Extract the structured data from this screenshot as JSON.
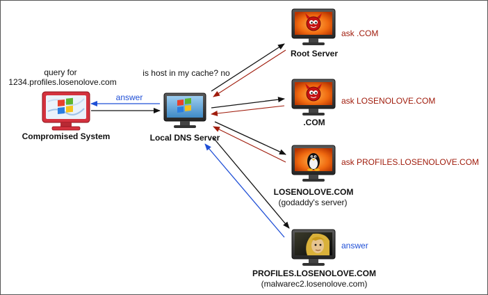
{
  "colors": {
    "black": "#111111",
    "red": "#a01c0c",
    "blue": "#1f4fd6"
  },
  "nodes": {
    "compromised": {
      "label": "Compromised System",
      "icon": "windows-monitor-red-icon"
    },
    "local_dns": {
      "label": "Local DNS Server",
      "icon": "windows-monitor-icon"
    },
    "root": {
      "label": "Root Server",
      "icon": "bsd-daemon-monitor-icon"
    },
    "com": {
      "label": ".COM",
      "icon": "bsd-daemon-monitor-icon"
    },
    "losenolove": {
      "label": "LOSENOLOVE.COM",
      "sub": "(godaddy's server)",
      "icon": "linux-penguin-monitor-icon"
    },
    "profiles": {
      "label": "PROFILES.LOSENOLOVE.COM",
      "sub": "(malwarec2.losenolove.com)",
      "icon": "character-monitor-icon"
    }
  },
  "labels": {
    "query_line1": "query for",
    "query_line2": "1234.profiles.losenolove.com",
    "answer_left": "answer",
    "cache": "is host in my cache? no",
    "ask_com": "ask .COM",
    "ask_losenolove": "ask LOSENOLOVE.COM",
    "ask_profiles": "ask PROFILES.LOSENOLOVE.COM",
    "answer_right": "answer"
  }
}
